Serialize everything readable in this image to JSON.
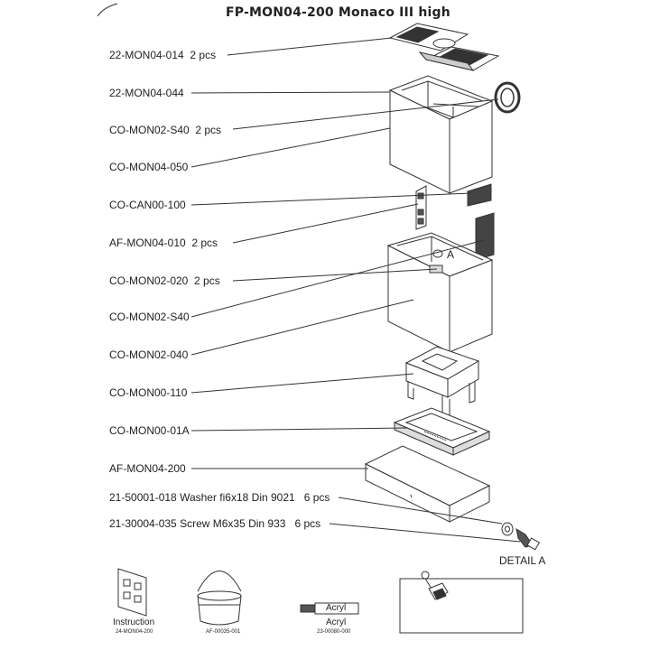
{
  "title": "FP-MON04-200 Monaco III high",
  "parts": [
    {
      "code": "22-MON04-014",
      "qty": "2 pcs"
    },
    {
      "code": "22-MON04-044",
      "qty": ""
    },
    {
      "code": "CO-MON02-S40",
      "qty": "2 pcs"
    },
    {
      "code": "CO-MON04-050",
      "qty": ""
    },
    {
      "code": "CO-CAN00-100",
      "qty": ""
    },
    {
      "code": "AF-MON04-010",
      "qty": "2 pcs"
    },
    {
      "code": "CO-MON02-020",
      "qty": "2 pcs"
    },
    {
      "code": "CO-MON02-S40",
      "qty": ""
    },
    {
      "code": "CO-MON02-040",
      "qty": ""
    },
    {
      "code": "CO-MON00-110",
      "qty": ""
    },
    {
      "code": "CO-MON00-01A",
      "qty": ""
    },
    {
      "code": "AF-MON04-200",
      "qty": ""
    },
    {
      "code": "21-50001-018 Washer fi6x18 Din 9021",
      "qty": "6 pcs"
    },
    {
      "code": "21-30004-035 Screw M6x35 Din 933",
      "qty": "6 pcs"
    }
  ],
  "callout_a": "A",
  "detail_label": "DETAIL A",
  "accessories": {
    "instruction_label": "Instruction",
    "instruction_code": "24-MON04-200",
    "bucket_code": "AF-00035-001",
    "acryl_tag": "Acryl",
    "acryl_label": "Acryl",
    "acryl_code": "23-00080-000"
  }
}
